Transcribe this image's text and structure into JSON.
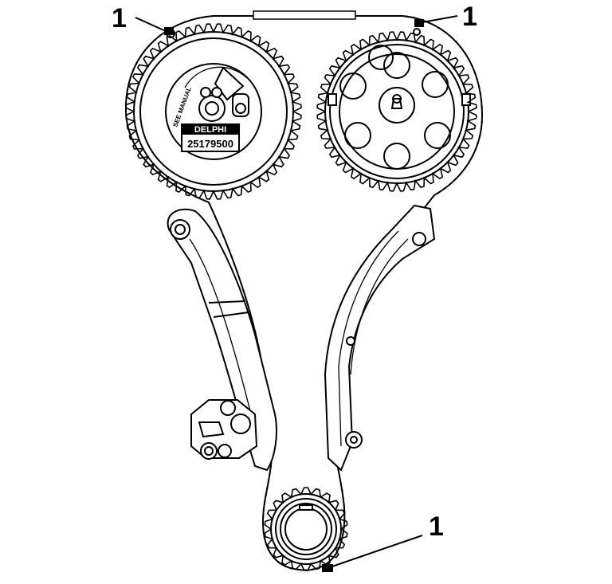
{
  "callouts": [
    "1",
    "1",
    "1"
  ],
  "sprocket_text": {
    "brand": "DELPHI",
    "part_number": "25179500",
    "note": "SEE MANUAL"
  },
  "colors": {
    "ink": "#000000",
    "paper": "#ffffff"
  }
}
